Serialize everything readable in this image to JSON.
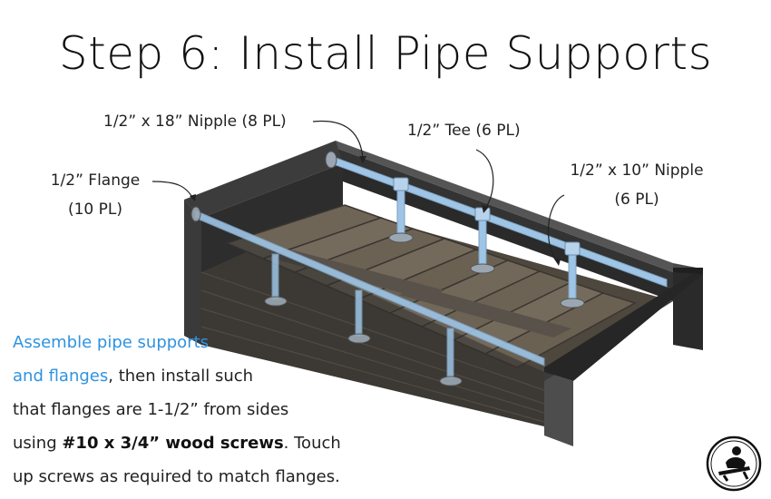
{
  "title": "Step 6: Install Pipe Supports",
  "callouts": {
    "nipple_18": "1/2” x 18” Nipple (8 PL)",
    "tee": "1/2” Tee (6 PL)",
    "flange_line1": "1/2” Flange",
    "flange_line2": "(10 PL)",
    "nipple_10_line1": "1/2” x 10” Nipple",
    "nipple_10_line2": "(6 PL)"
  },
  "instructions": {
    "highlight_1": "Assemble pipe supports",
    "highlight_2": "and flanges",
    "text_1": ", then install such",
    "text_2": "that flanges are 1-1/2” from sides",
    "text_3": "using ",
    "bold_1": "#10 x 3/4” wood screws",
    "text_4": ". Touch",
    "text_5": "up screws as required to match flanges."
  },
  "colors": {
    "accent_text": "#2f93e0",
    "pipe": "#9ec5e6",
    "box_dark": "#3a3a3a",
    "slat": "#6e6557"
  },
  "logo_icon": "woodworker-logo-icon"
}
